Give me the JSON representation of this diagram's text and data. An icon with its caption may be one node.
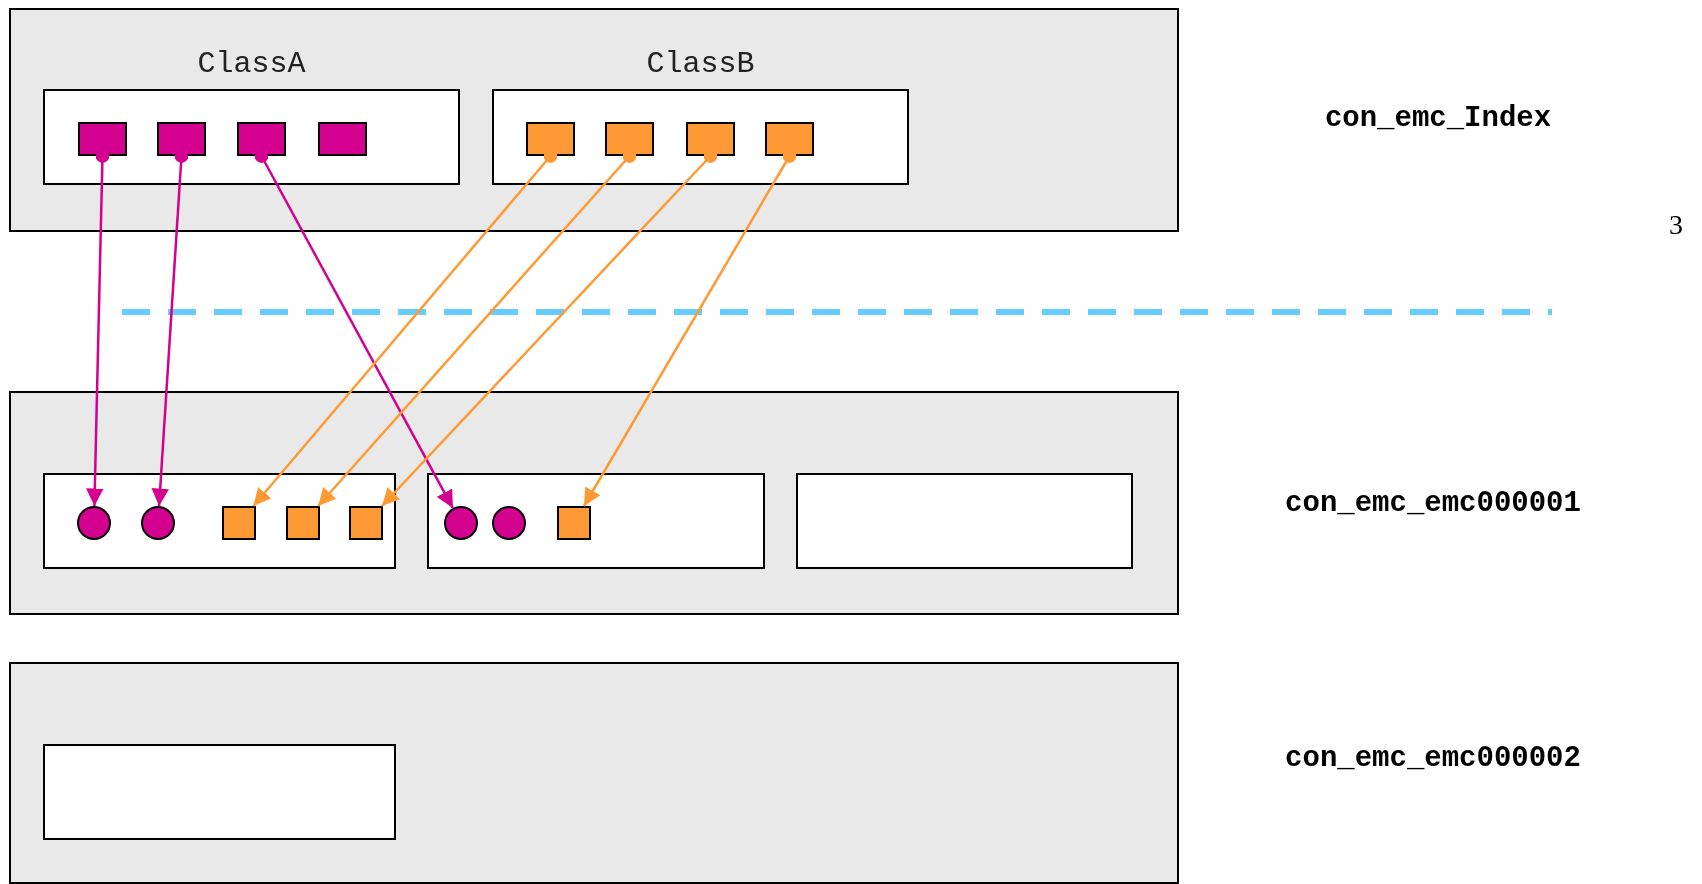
{
  "diagram": {
    "nodes": [
      {
        "text": [],
        "shape": "box"
      },
      {
        "text": [
          "ClassA"
        ],
        "in": 0
      },
      {
        "text": [],
        "shape": "box",
        "in": 1
      },
      {
        "text": [],
        "shape": "box",
        "in": 1
      },
      {
        "text": [],
        "shape": "box",
        "in": 1
      },
      {
        "text": [],
        "shape": "box",
        "in": 1
      },
      {
        "text": [
          "ClassB"
        ],
        "in": 0
      },
      {
        "text": [],
        "shape": "box",
        "in": 6
      },
      {
        "text": [],
        "shape": "box",
        "in": 6
      },
      {
        "text": [],
        "shape": "box",
        "in": 6
      },
      {
        "text": [],
        "shape": "box",
        "in": 6
      },
      {
        "text": [],
        "shape": "box"
      },
      {
        "text": [],
        "shape": "box",
        "in": 11
      },
      {
        "text": [],
        "shape": "circle",
        "in": 12
      },
      {
        "text": [],
        "shape": "circle",
        "in": 12
      },
      {
        "text": [],
        "shape": "box",
        "in": 12
      },
      {
        "text": [],
        "shape": "box",
        "in": 12
      },
      {
        "text": [],
        "shape": "box",
        "in": 12
      },
      {
        "text": [],
        "shape": "box",
        "in": 11
      },
      {
        "text": [],
        "shape": "circle",
        "in": 18
      },
      {
        "text": [],
        "shape": "circle",
        "in": 18
      },
      {
        "text": [],
        "shape": "box",
        "in": 18
      },
      {
        "text": [],
        "shape": "box",
        "in": 11
      },
      {
        "text": [],
        "shape": "box"
      },
      {
        "text": [],
        "shape": "box",
        "in": 23
      }
    ],
    "edges": [
      {
        "from": 2,
        "to": 13,
        "arrow": "to",
        "color": "#d4008f"
      },
      {
        "from": 3,
        "to": 14,
        "arrow": "to",
        "color": "#d4008f"
      },
      {
        "from": 4,
        "to": 19,
        "arrow": "to",
        "color": "#d4008f"
      },
      {
        "from": 7,
        "to": 15,
        "arrow": "to"
      },
      {
        "from": 8,
        "to": 16,
        "arrow": "to"
      },
      {
        "from": 9,
        "to": 17,
        "arrow": "to"
      },
      {
        "from": 10,
        "to": 21,
        "arrow": "to"
      }
    ],
    "labels": [
      "con_emc_Index",
      "3",
      "con_emc_emc000001",
      "con_emc_emc000002"
    ]
  }
}
